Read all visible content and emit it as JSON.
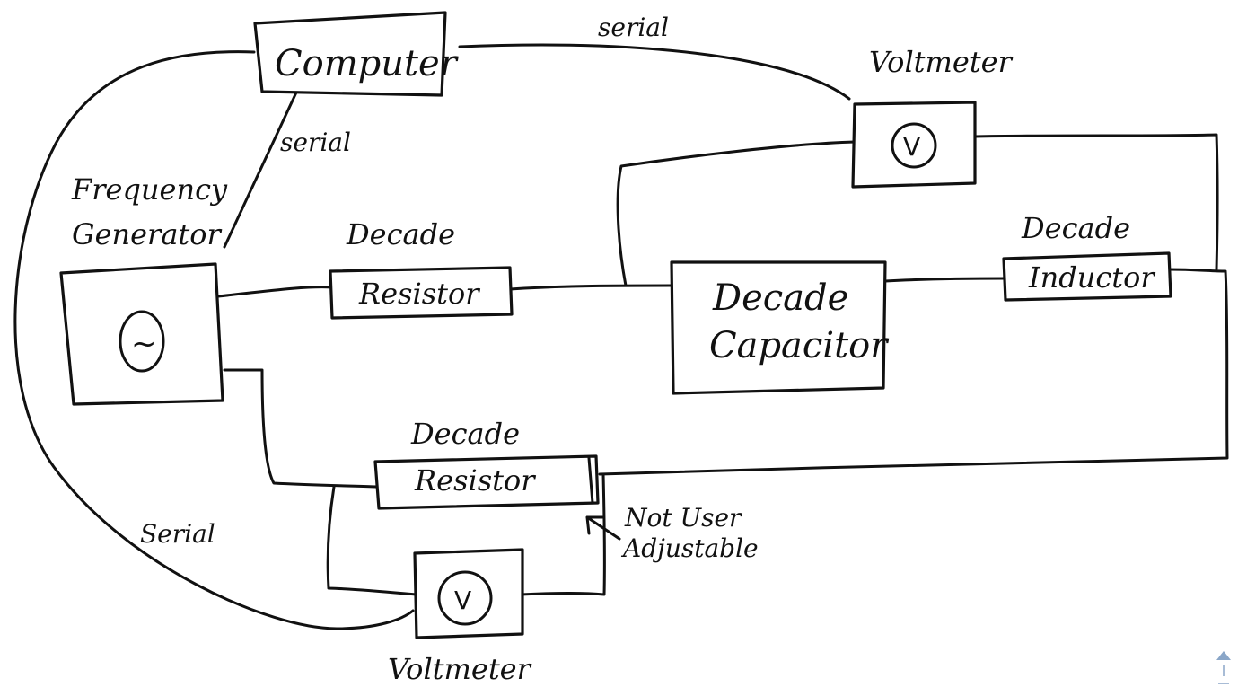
{
  "nodes": {
    "computer": "Computer",
    "frequency_generator": [
      "Frequency",
      "Generator"
    ],
    "freq_symbol": "~",
    "decade_resistor_top": {
      "caption": "Decade",
      "label": "Resistor"
    },
    "decade_capacitor": [
      "Decade",
      "Capacitor"
    ],
    "decade_inductor": {
      "caption": "Decade",
      "label": "Inductor"
    },
    "voltmeter_top": {
      "caption": "Voltmeter",
      "symbol": "V"
    },
    "decade_resistor_bottom": {
      "caption": "Decade",
      "label": "Resistor"
    },
    "voltmeter_bottom": {
      "caption": "Voltmeter",
      "symbol": "V"
    }
  },
  "connections": {
    "serial_computer_voltmeter": "serial",
    "serial_computer_generator": "serial",
    "serial_voltmeter_generator": "Serial"
  },
  "annotations": {
    "not_user_adjustable": [
      "Not User",
      "Adjustable"
    ]
  },
  "colors": {
    "ink": "#111111",
    "paper": "#ffffff",
    "widget": "#8aa6c8"
  },
  "icons": {
    "scroll": "scroll-up-icon"
  }
}
